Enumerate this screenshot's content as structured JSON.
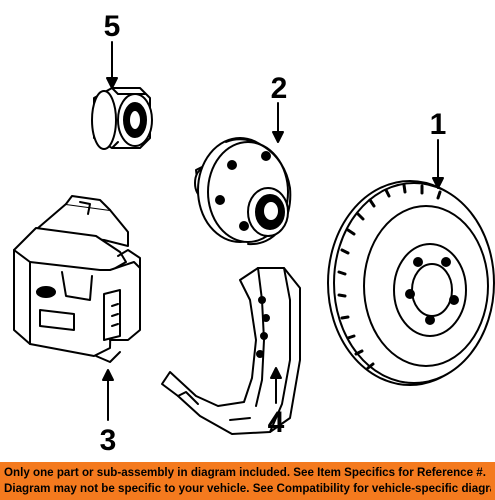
{
  "diagram": {
    "callouts": [
      {
        "number": "5",
        "part": "bearing"
      },
      {
        "number": "2",
        "part": "hub"
      },
      {
        "number": "1",
        "part": "rotor"
      },
      {
        "number": "3",
        "part": "caliper"
      },
      {
        "number": "4",
        "part": "splash-shield"
      }
    ],
    "line_color": "#000000",
    "background": "#ffffff"
  },
  "footer": {
    "background": "#f47a1e",
    "line1": "Only one part or sub-assembly in diagram included. See Item Specifics for Reference #.",
    "line2": "Diagram may not be specific to your vehicle. See Compatibility for vehicle-specific diagrams."
  }
}
